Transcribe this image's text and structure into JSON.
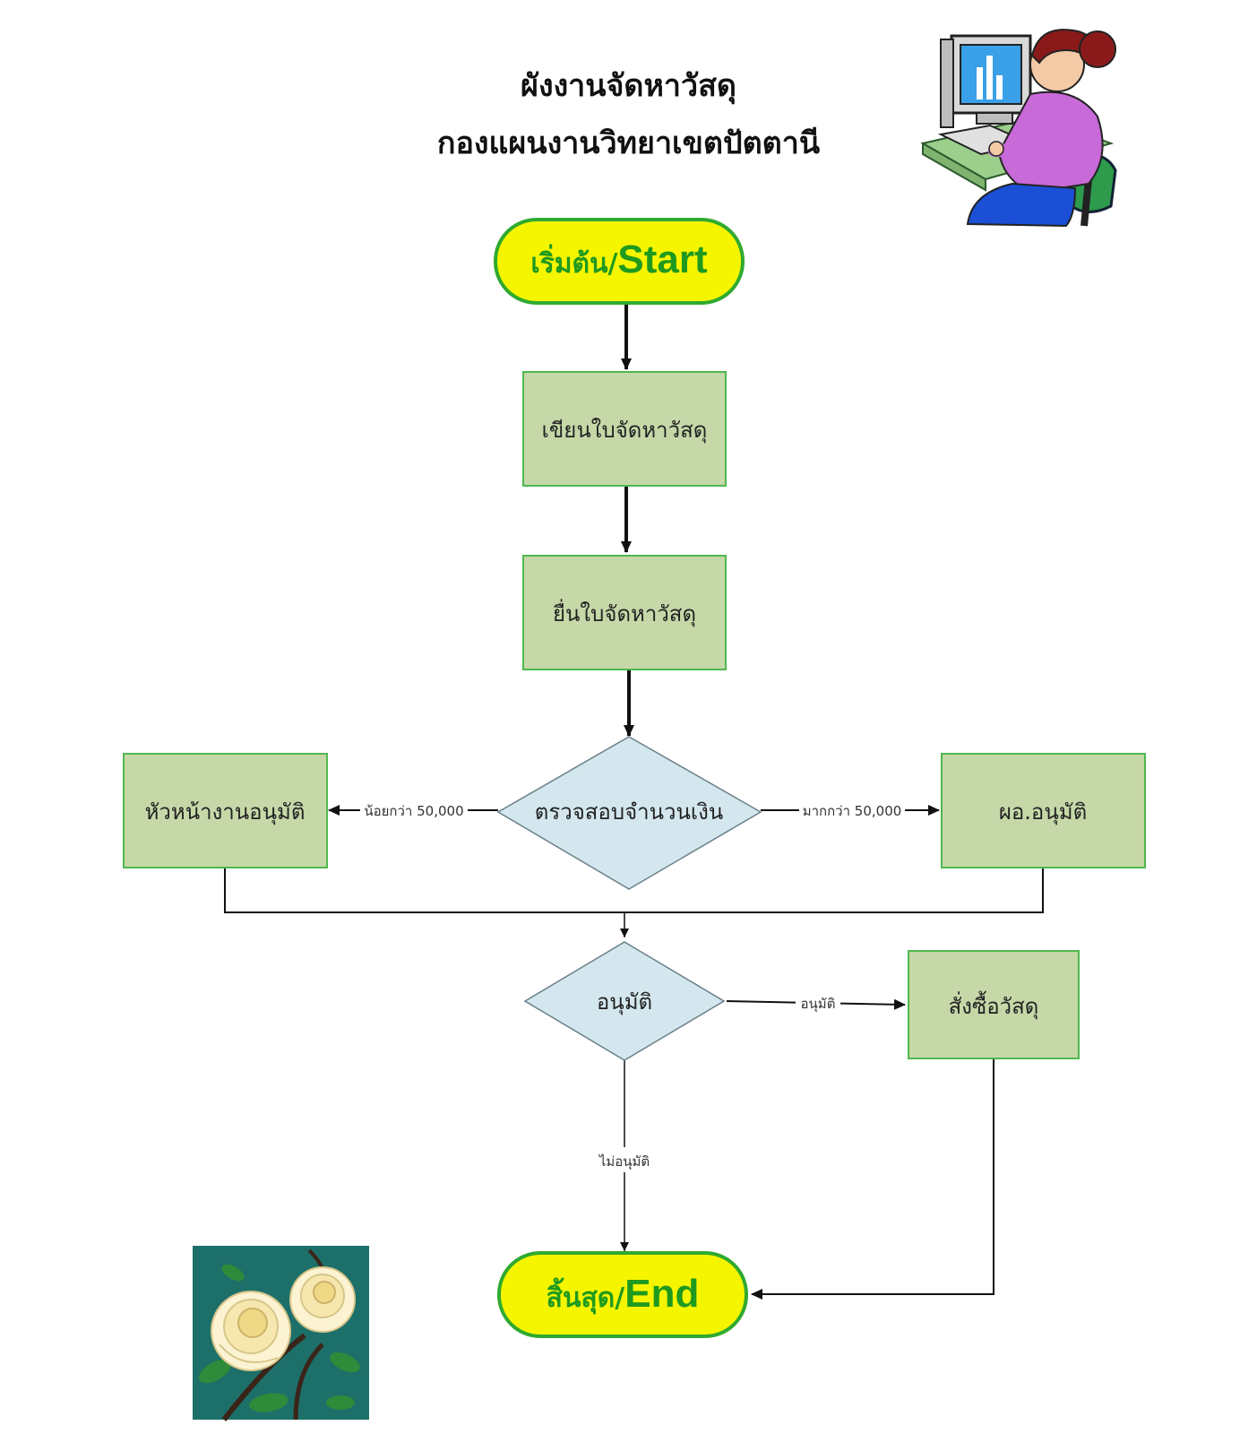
{
  "title": {
    "line1": "ผังงานจัดหาวัสดุ",
    "line2": "กองแผนงานวิทยาเขตปัตตานี"
  },
  "nodes": {
    "start": {
      "thai": "เริ่มต้น/",
      "eng": "Start"
    },
    "write_form": "เขียนใบจัดหาวัสดุ",
    "submit_form": "ยื่นใบจัดหาวัสดุ",
    "check_amount": "ตรวจสอบจำนวนเงิน",
    "head_approve": "หัวหน้างานอนุมัติ",
    "director_approve": "ผอ.อนุมัติ",
    "approve_decision": "อนุมัติ",
    "order_supplies": "สั่งซื้อวัสดุ",
    "end": {
      "thai": "สิ้นสุด/",
      "eng": "End"
    }
  },
  "edges": {
    "less_than": "น้อยกว่า 50,000",
    "more_than": "มากกว่า 50,000",
    "approved": "อนุมัติ",
    "not_approved": "ไม่อนุมัติ"
  },
  "images": {
    "top_right": "computer-user-clipart",
    "bottom_left": "white-roses-clipart"
  },
  "colors": {
    "terminal_fill": "#f5f500",
    "terminal_border": "#2faa2f",
    "process_fill": "#c6d8a8",
    "process_border": "#4fb84f",
    "decision_fill": "#d4e7ee",
    "decision_border": "#6a7f8a"
  }
}
